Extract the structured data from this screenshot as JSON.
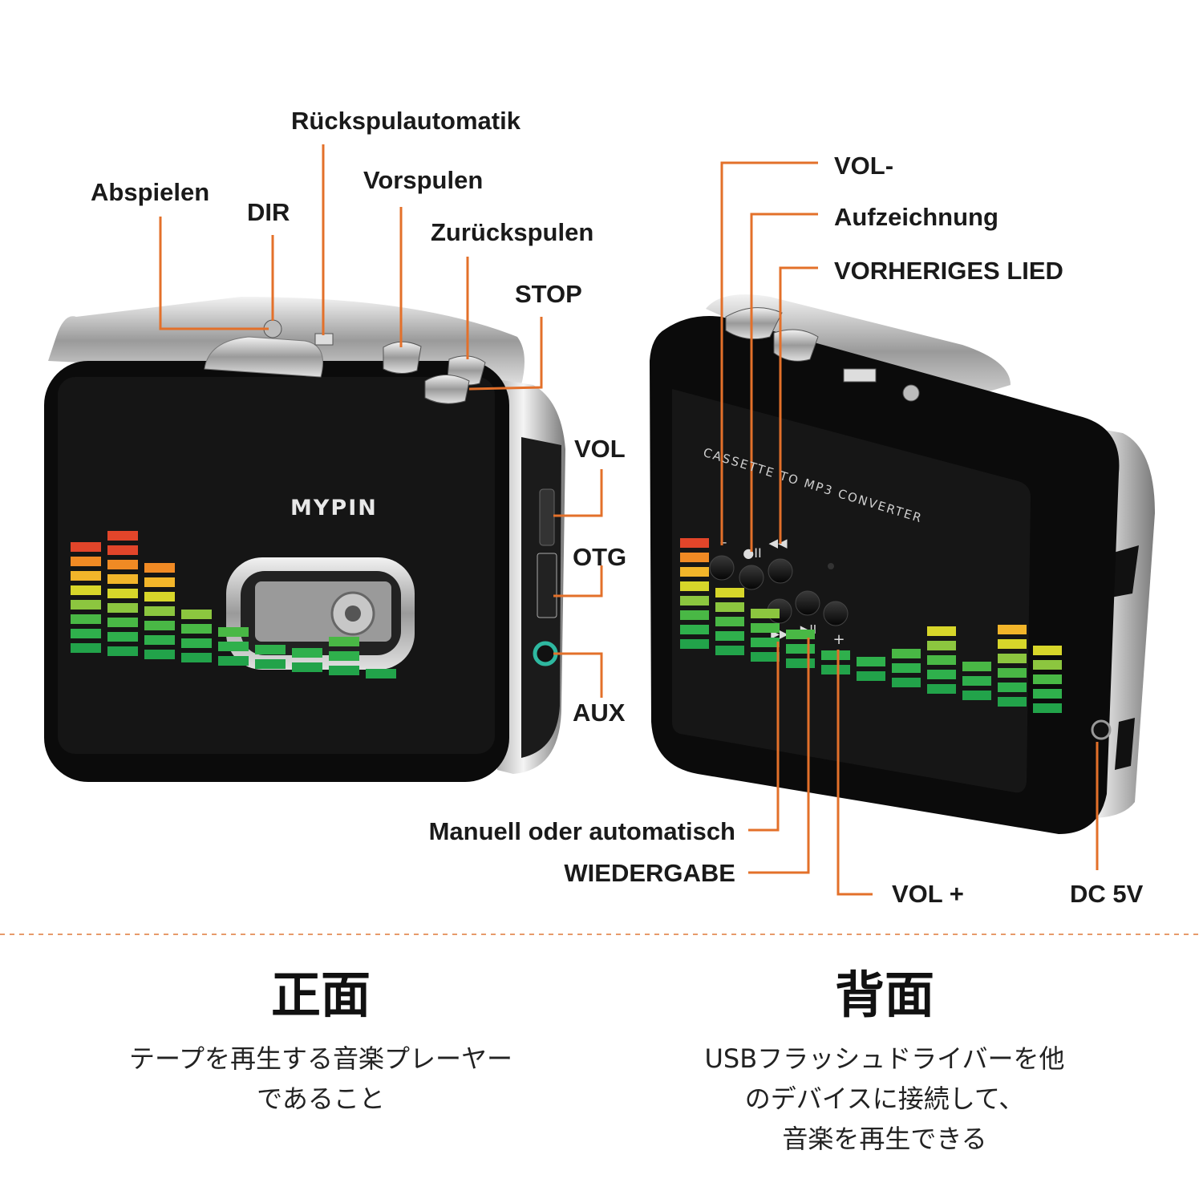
{
  "colors": {
    "leader": "#e3702a",
    "body": "#0d0d0d",
    "chrome": "#c8c8c8",
    "divider": "#e79a6a"
  },
  "device": {
    "brand": "MYPIN",
    "back_print": "CASSETTE TO MP3 CONVERTER"
  },
  "front_labels": {
    "rewind_auto": "Rückspulautomatik",
    "play": "Abspielen",
    "dir": "DIR",
    "fast_forward": "Vorspulen",
    "rewind": "Zurückspulen",
    "stop": "STOP",
    "vol": "VOL",
    "otg": "OTG",
    "aux": "AUX"
  },
  "back_labels": {
    "vol_minus": "VOL-",
    "record": "Aufzeichnung",
    "previous_song": "VORHERIGES LIED",
    "manual_auto": "Manuell oder automatisch",
    "playback": "WIEDERGABE",
    "vol_plus": "VOL +",
    "dc": "DC 5V"
  },
  "captions": {
    "front_heading": "正面",
    "front_line1": "テープを再生する音楽プレーヤー",
    "front_line2": "であること",
    "back_heading": "背面",
    "back_line1": "USBフラッシュドライバーを他",
    "back_line2": "のデバイスに接続して、",
    "back_line3": "音楽を再生できる"
  },
  "icons": [
    "play-button-icon",
    "dir-switch-icon",
    "auto-reverse-switch-icon",
    "ff-button-icon",
    "rew-button-icon",
    "stop-button-icon",
    "volume-wheel-icon",
    "usb-port-icon",
    "aux-jack-icon",
    "dc-jack-icon",
    "cassette-window-icon",
    "equalizer-icon"
  ]
}
